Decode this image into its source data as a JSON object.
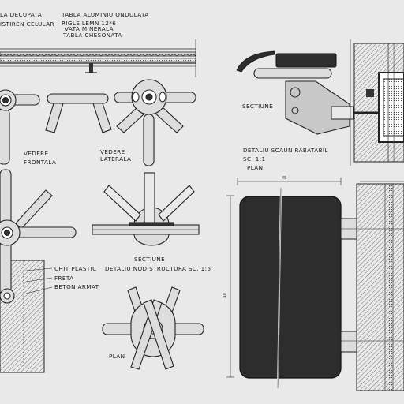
{
  "roof_labels": {
    "la_decupata": "LA DECUPATA",
    "polistiren": "ISTIREN CELULAR",
    "tabla_aluminiu": "TABLA ALUMINIU ONDULATA",
    "rigle_lemn": "RIGLE LEMN 12*6",
    "vata_minerala": "VATA MINERALA",
    "tabla_chesonata": "TABLA CHESONATA"
  },
  "view_labels": {
    "vedere_frontala_1": "VEDERE",
    "vedere_frontala_2": "FRONTALA",
    "vedere_laterala_1": "VEDERE",
    "vedere_laterala_2": "LATERALA",
    "sectiune_nod": "SECTIUNE",
    "detaliu_nod": "DETALIU NOD STRUCTURA SC. 1:5",
    "plan_nod": "PLAN"
  },
  "base_labels": {
    "chit_plastic": "CHIT PLASTIC",
    "freta": "FRETA",
    "beton_armat": "BETON ARMAT"
  },
  "seat_labels": {
    "sectiune": "SECTIUNE",
    "detaliu_scaun": "DETALIU SCAUN RABATABIL",
    "scara": "SC. 1:1",
    "plan": "PLAN"
  },
  "dimensions": {
    "width": "45",
    "height": "40"
  },
  "colors": {
    "paper": "#e9e9e9",
    "ink": "#1a1a1a",
    "tube_fill": "#dcdcdc",
    "dark_fill": "#3a3a3a",
    "hatch": "#555555"
  }
}
